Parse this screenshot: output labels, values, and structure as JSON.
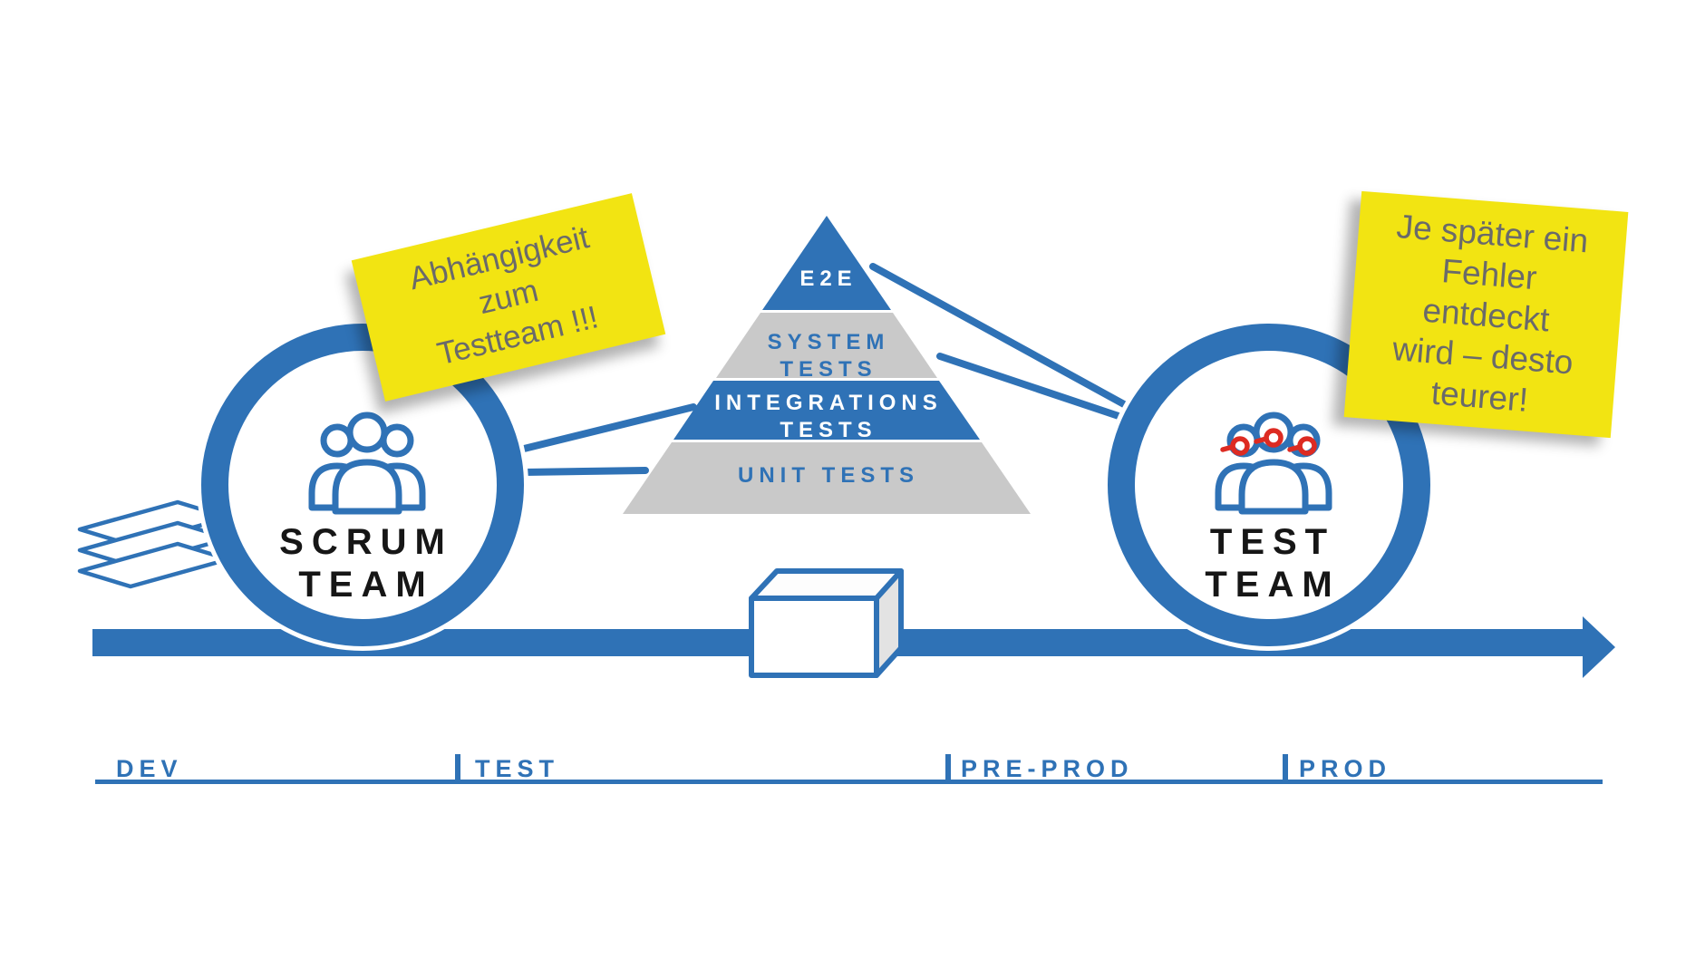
{
  "notes": {
    "left": {
      "lines": [
        "Abhängigkeit",
        "zum",
        "Testteam !!!"
      ]
    },
    "right": {
      "lines": [
        "Je später ein",
        "Fehler",
        "entdeckt",
        "wird – desto",
        "teurer!"
      ]
    }
  },
  "pyramid": {
    "levels": [
      {
        "id": "e2e",
        "lines": [
          "E2E"
        ],
        "band_color": "#2f72b6",
        "text_color": "#ffffff"
      },
      {
        "id": "system-tests",
        "lines": [
          "SYSTEM",
          "TESTS"
        ],
        "band_color": "#c9c9c9",
        "text_color": "#2f72b6"
      },
      {
        "id": "integrations-tests",
        "lines": [
          "INTEGRATIONS",
          "TESTS"
        ],
        "band_color": "#2f72b6",
        "text_color": "#ffffff"
      },
      {
        "id": "unit-tests",
        "lines": [
          "UNIT TESTS"
        ],
        "band_color": "#c9c9c9",
        "text_color": "#2f72b6"
      }
    ]
  },
  "teams": {
    "scrum": {
      "lines": [
        "SCRUM",
        "TEAM"
      ],
      "icon": "team-group-icon"
    },
    "test": {
      "lines": [
        "TEST",
        "TEAM"
      ],
      "icon": "team-group-bugs-icon"
    }
  },
  "timeline": {
    "stages": [
      "DEV",
      "TEST",
      "PRE-PROD",
      "PROD"
    ]
  },
  "icons": [
    "stacked-sheets-icon",
    "package-box-icon",
    "flow-arrow-icon"
  ],
  "colors": {
    "blue": "#2f72b6",
    "gray_band": "#c9c9c9",
    "note_yellow": "#f2e412",
    "note_text_gray": "#6a6a6a",
    "bug_red": "#dd2b22",
    "team_text_black": "#161616",
    "box_side_gray": "#e3e3e3"
  }
}
